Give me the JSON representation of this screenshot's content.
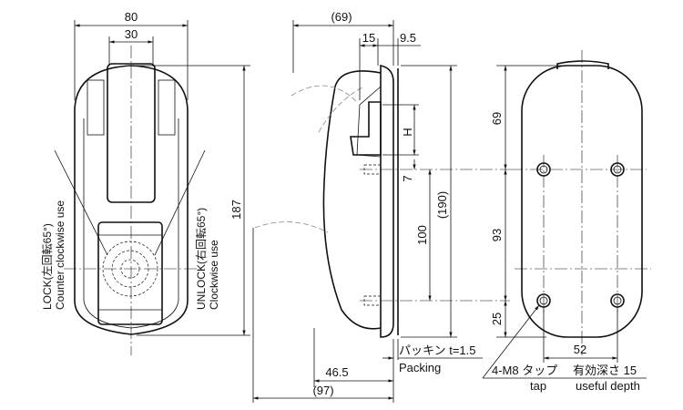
{
  "front_view": {
    "dim_width": "80",
    "dim_handle": "30",
    "dim_height": "187",
    "lock_label": "LOCK(左回転65°)",
    "lock_sub": "Counter clockwise use",
    "unlock_label": "UNLOCK(右回転65°)",
    "unlock_sub": "Clockwise use"
  },
  "side_view": {
    "dim_depth_top": "(69)",
    "dim_15": "15",
    "dim_9_5": "9.5",
    "dim_h": "H",
    "dim_7": "7",
    "dim_100": "100",
    "dim_190": "(190)",
    "dim_46_5": "46.5",
    "dim_97": "(97)",
    "packing_label": "パッキン t=1.5",
    "packing_sub": "Packing"
  },
  "rear_view": {
    "dim_69": "69",
    "dim_93": "93",
    "dim_25": "25",
    "dim_52": "52",
    "tap_label": "4-M8 タップ",
    "depth_label": "有効深さ 15",
    "tap_sub": "tap",
    "depth_sub": "useful depth"
  }
}
